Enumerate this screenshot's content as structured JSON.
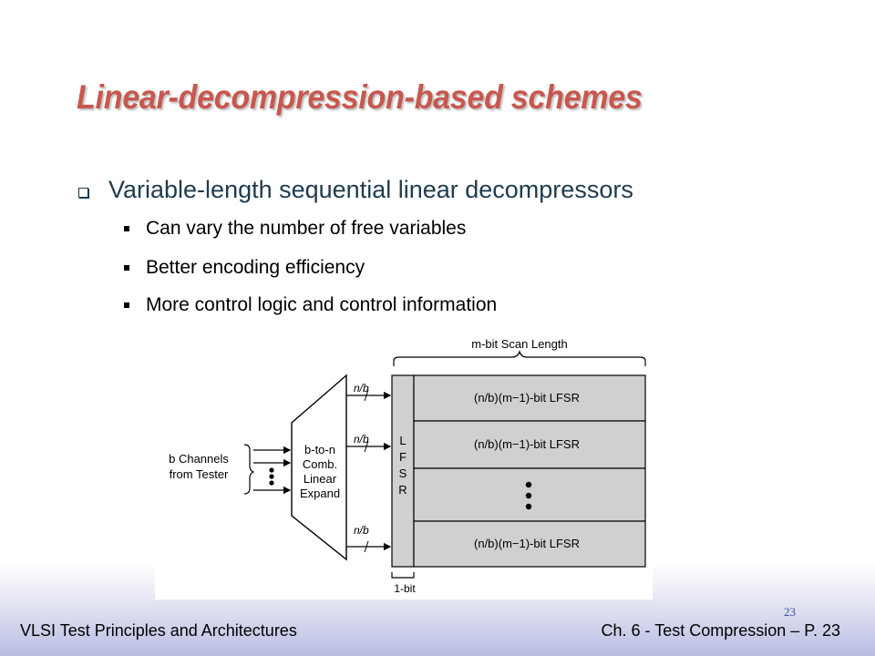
{
  "slide": {
    "title": "Linear-decompression-based schemes",
    "main_bullet": "Variable-length sequential linear decompressors",
    "sub_bullets": [
      "Can vary the number of free variables",
      "Better encoding efficiency",
      "More control logic and control information"
    ]
  },
  "diagram": {
    "top_label": "m-bit Scan Length",
    "left_label_line1": "b Channels",
    "left_label_line2": "from Tester",
    "expander_line1": "b-to-n",
    "expander_line2": "Comb.",
    "expander_line3": "Linear",
    "expander_line4": "Expand",
    "wire_label": "n/b",
    "lfsr_letters": [
      "L",
      "F",
      "S",
      "R"
    ],
    "row_label": "(n/b)(m−1)-bit LFSR",
    "bottom_label": "1-bit"
  },
  "footer": {
    "left": "VLSI Test Principles and Architectures",
    "right": "Ch. 6 - Test Compression – P. 23",
    "page_number": "23"
  },
  "colors": {
    "title": "#c8574e",
    "body_text": "#1f3b4d",
    "diagram_fill": "#d0d0d0",
    "footer_accent": "#b9bde3"
  }
}
